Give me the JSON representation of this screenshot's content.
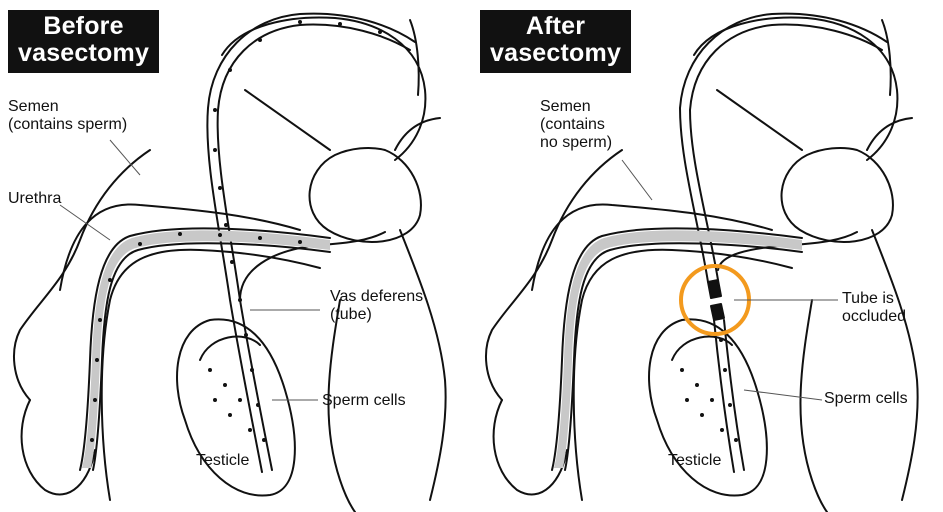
{
  "before": {
    "title_line1": "Before",
    "title_line2": "vasectomy",
    "semen_line1": "Semen",
    "semen_line2": "(contains sperm)",
    "urethra": "Urethra",
    "vas_line1": "Vas deferens",
    "vas_line2": "(tube)",
    "sperm_cells": "Sperm cells",
    "testicle": "Testicle"
  },
  "after": {
    "title_line1": "After",
    "title_line2": "vasectomy",
    "semen_line1": "Semen",
    "semen_line2": "(contains",
    "semen_line3": "no sperm)",
    "tube_line1": "Tube is",
    "tube_line2": "occluded",
    "sperm_cells": "Sperm cells",
    "testicle": "Testicle"
  },
  "colors": {
    "highlight_circle": "#f39a1e",
    "urethra_fill": "#c8c8c8",
    "title_bg": "#111111"
  }
}
